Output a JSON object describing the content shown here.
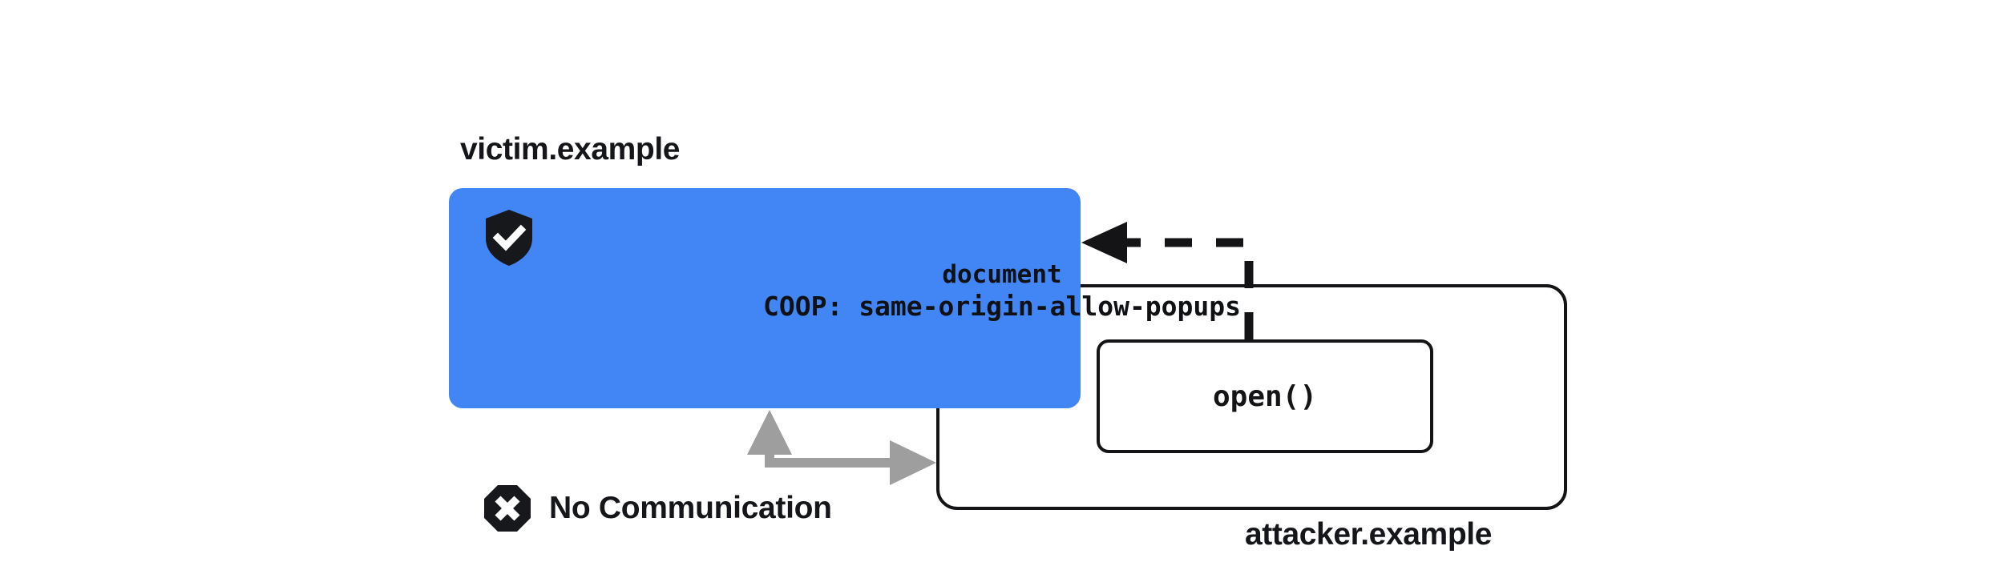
{
  "diagram": {
    "title": "COOP same-origin-allow-popups isolation",
    "background_color": "#ffffff"
  },
  "victim": {
    "origin_label": "victim.example",
    "box_color": "#4285f4",
    "shield_icon": "shield-check-icon",
    "document_label": "document",
    "coop_header": "COOP: same-origin-allow-popups"
  },
  "attacker": {
    "origin_label": "attacker.example",
    "frame_stroke_color": "#141417",
    "call_box_label": "open()"
  },
  "relations": {
    "open_arrow": {
      "icon": "dashed-arrow-left-icon",
      "style": "dashed",
      "color": "#141417",
      "from": "open()",
      "to": "victim.example document"
    },
    "no_communication": {
      "icon": "octagon-x-icon",
      "label": "No Communication",
      "arrow_icon": "blocked-bidirectional-arrow-icon",
      "arrow_color": "#9e9e9e",
      "between": [
        "victim.example document",
        "attacker.example frame"
      ]
    }
  }
}
